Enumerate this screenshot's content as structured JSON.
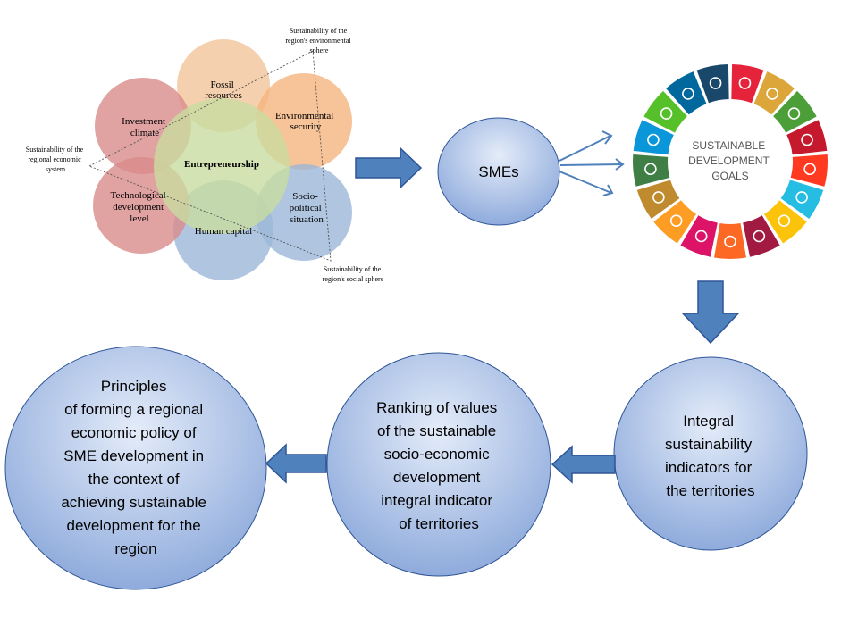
{
  "venn": {
    "center": "Entrepreneurship",
    "petals": [
      {
        "lines": [
          "Fossil",
          "resources"
        ],
        "color": "#f2c49a"
      },
      {
        "lines": [
          "Environmental",
          "security"
        ],
        "color": "#f5b47e"
      },
      {
        "lines": [
          "Socio-",
          "political",
          "situation"
        ],
        "color": "#9cb6d8"
      },
      {
        "lines": [
          "Human capital"
        ],
        "color": "#9cb6d8"
      },
      {
        "lines": [
          "Technological",
          "development",
          "level"
        ],
        "color": "#d98b8b"
      },
      {
        "lines": [
          "Investment",
          "climate"
        ],
        "color": "#d98b8b"
      }
    ],
    "notes": {
      "environmental": [
        "Sustainability of the",
        "region's environmental",
        "sphere"
      ],
      "economic": [
        "Sustainability of the",
        "regional economic",
        "system"
      ],
      "social": [
        "Sustainability of the",
        "region's social sphere"
      ]
    }
  },
  "nodes": {
    "smes": "SMEs",
    "integral": [
      "Integral",
      "sustainability",
      "indicators for",
      "the territories"
    ],
    "ranking": [
      "Ranking of values",
      "of the sustainable",
      "socio-economic",
      "development",
      "integral indicator",
      "of territories"
    ],
    "principles": [
      "Principles",
      "of forming a regional",
      "economic policy of",
      "SME development  in",
      "the context of",
      "achieving sustainable",
      "development  for the",
      "region"
    ]
  },
  "sdg": {
    "title_lines": [
      "SUSTAINABLE",
      "DEVELOPMENT",
      "GOALS"
    ],
    "colors": [
      "#e5243b",
      "#dda63a",
      "#4c9f38",
      "#c5192d",
      "#ff3a21",
      "#26bde2",
      "#fcc30b",
      "#a21942",
      "#fd6925",
      "#dd1367",
      "#fd9d24",
      "#bf8b2e",
      "#3f7e44",
      "#0a97d9",
      "#56c02b",
      "#00689d",
      "#19486a"
    ]
  },
  "colors": {
    "arrow": "#4f81bd",
    "arrow_stroke": "#2f5597",
    "bubble_light": "#dbe6f7",
    "bubble_dark": "#8eaadb",
    "bubble_stroke": "#2f5597"
  }
}
